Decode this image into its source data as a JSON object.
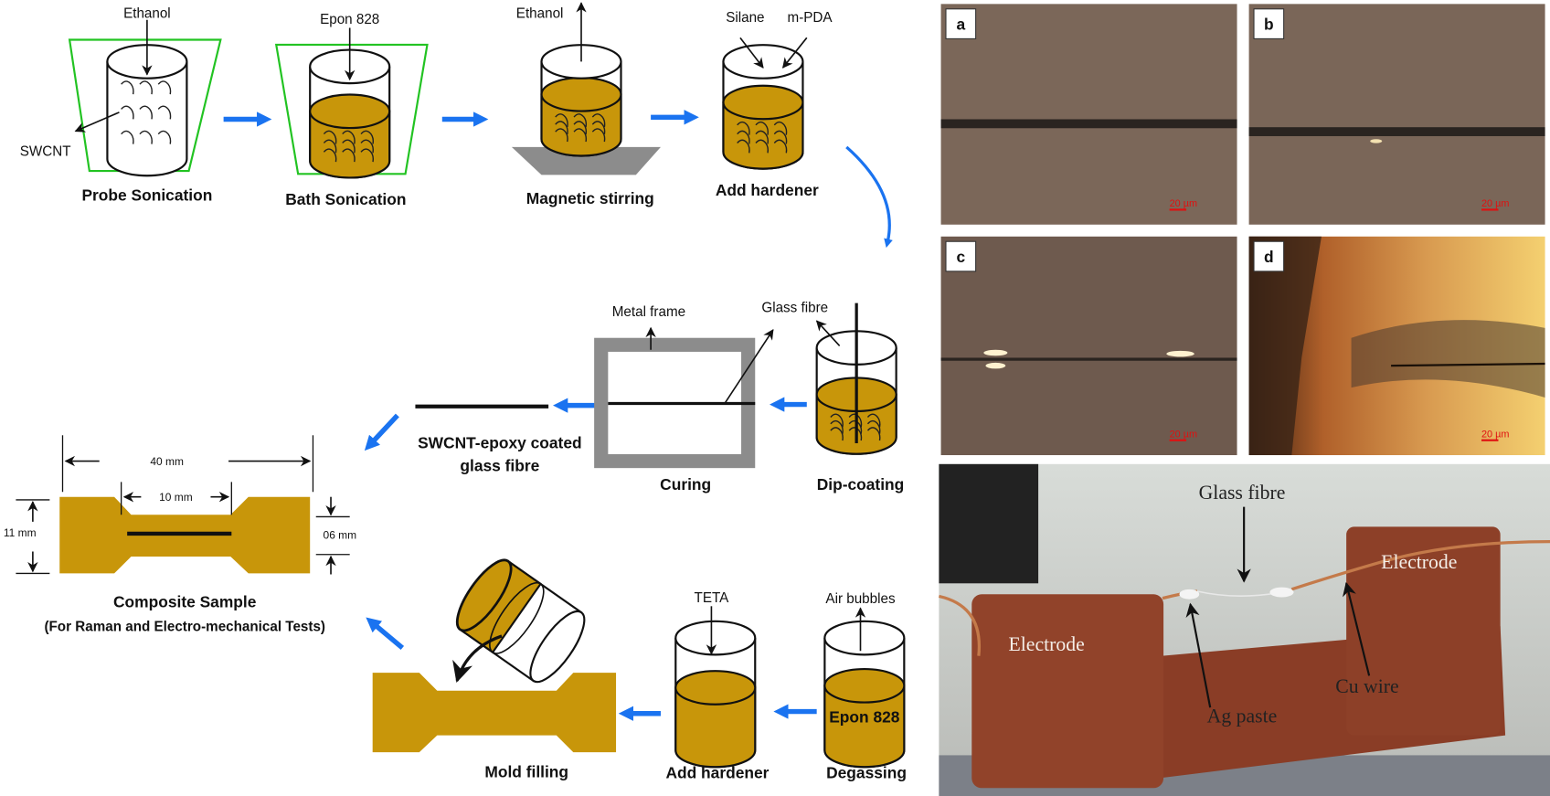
{
  "colors": {
    "epoxy": "#c8960a",
    "flow_arrow": "#1a73f0",
    "sonication_bath": "#22c322",
    "frame": "#8c8c8c"
  },
  "steps": {
    "probe": {
      "title": "Probe Sonication",
      "input": "Ethanol",
      "pointer": "SWCNT"
    },
    "bath": {
      "title": "Bath Sonication",
      "input": "Epon 828"
    },
    "stir": {
      "title": "Magnetic stirring",
      "output": "Ethanol"
    },
    "harden1": {
      "title": "Add hardener",
      "input1": "Silane",
      "input2": "m-PDA"
    },
    "dip": {
      "title": "Dip-coating",
      "pointer": "Glass fibre"
    },
    "cure": {
      "title": "Curing",
      "pointer": "Metal frame"
    },
    "coated": {
      "line1": "SWCNT-epoxy coated",
      "line2": "glass fibre"
    },
    "sample": {
      "title": "Composite Sample",
      "subtitle": "(For Raman and Electro-mechanical Tests)",
      "dim_length": "40 mm",
      "dim_gauge": "10 mm",
      "dim_width": "11 mm",
      "dim_gauge_width": "06 mm"
    },
    "mold": {
      "title": "Mold filling"
    },
    "harden2": {
      "title": "Add hardener",
      "input": "TETA"
    },
    "degas": {
      "title": "Degassing",
      "output": "Air bubbles",
      "content": "Epon 828"
    }
  },
  "micrographs": [
    {
      "letter": "a",
      "scale": "20 µm"
    },
    {
      "letter": "b",
      "scale": "20 µm"
    },
    {
      "letter": "c",
      "scale": "20 µm"
    },
    {
      "letter": "d",
      "scale": "20 µm"
    }
  ],
  "setup_photo": {
    "glass_fibre": "Glass fibre",
    "electrode_left": "Electrode",
    "electrode_right": "Electrode",
    "ag_paste": "Ag paste",
    "cu_wire": "Cu wire"
  }
}
